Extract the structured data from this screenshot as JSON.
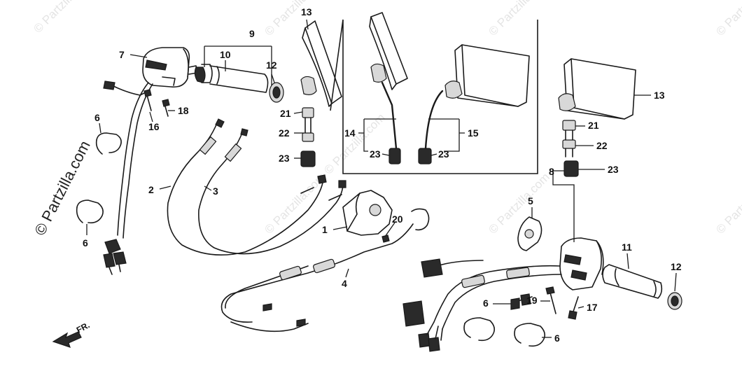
{
  "watermark": "© Partzilla.com",
  "front_label": "FR.",
  "callouts": {
    "c1": "1",
    "c2": "2",
    "c3": "3",
    "c4": "4",
    "c5": "5",
    "c6a": "6",
    "c6b": "6",
    "c6c": "6",
    "c6d": "6",
    "c7": "7",
    "c8": "8",
    "c9": "9",
    "c10": "10",
    "c11": "11",
    "c12a": "12",
    "c12b": "12",
    "c13a": "13",
    "c13b": "13",
    "c14": "14",
    "c15": "15",
    "c16": "16",
    "c17": "17",
    "c18": "18",
    "c19": "19",
    "c20": "20",
    "c21a": "21",
    "c21b": "21",
    "c22a": "22",
    "c22b": "22",
    "c23a": "23",
    "c23b": "23",
    "c23c": "23",
    "c23d": "23"
  }
}
